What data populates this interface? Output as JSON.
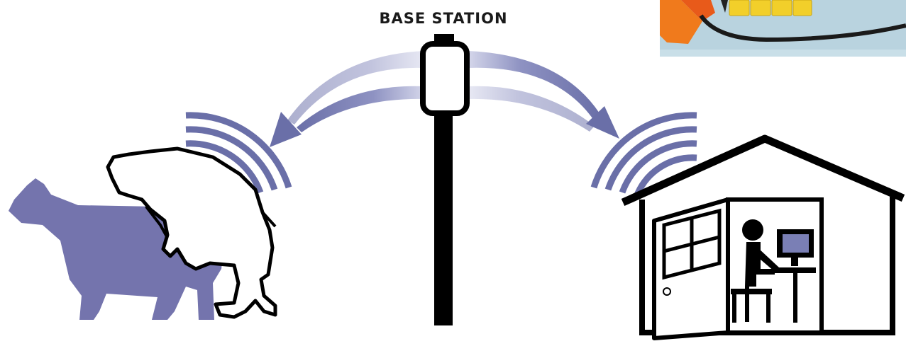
{
  "diagram": {
    "title": "BASE STATION",
    "colors": {
      "signal": "#6a6fa8",
      "cow": "#7474ad",
      "outline": "#000000",
      "background": "#ffffff",
      "inset_bg": "#b9d3df",
      "inset_orange": "#f07a1c",
      "inset_yellow": "#f2cf2a"
    },
    "elements": {
      "base_station": "antenna-pole",
      "cattle": "cow-mounting-silhouette",
      "farm_house": "house-with-computer-user",
      "inset": "heat-detection-device-photo"
    }
  }
}
